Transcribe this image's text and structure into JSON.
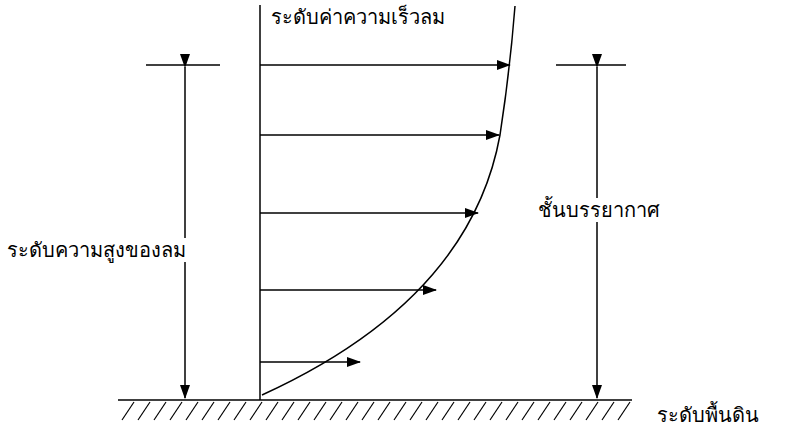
{
  "diagram": {
    "labels": [
      "ระดับค่าความเร็วลม",
      "ระดับความสูงของลม",
      "ชั้นบรรยากาศ",
      "ระดับพื้นดิน"
    ]
  }
}
